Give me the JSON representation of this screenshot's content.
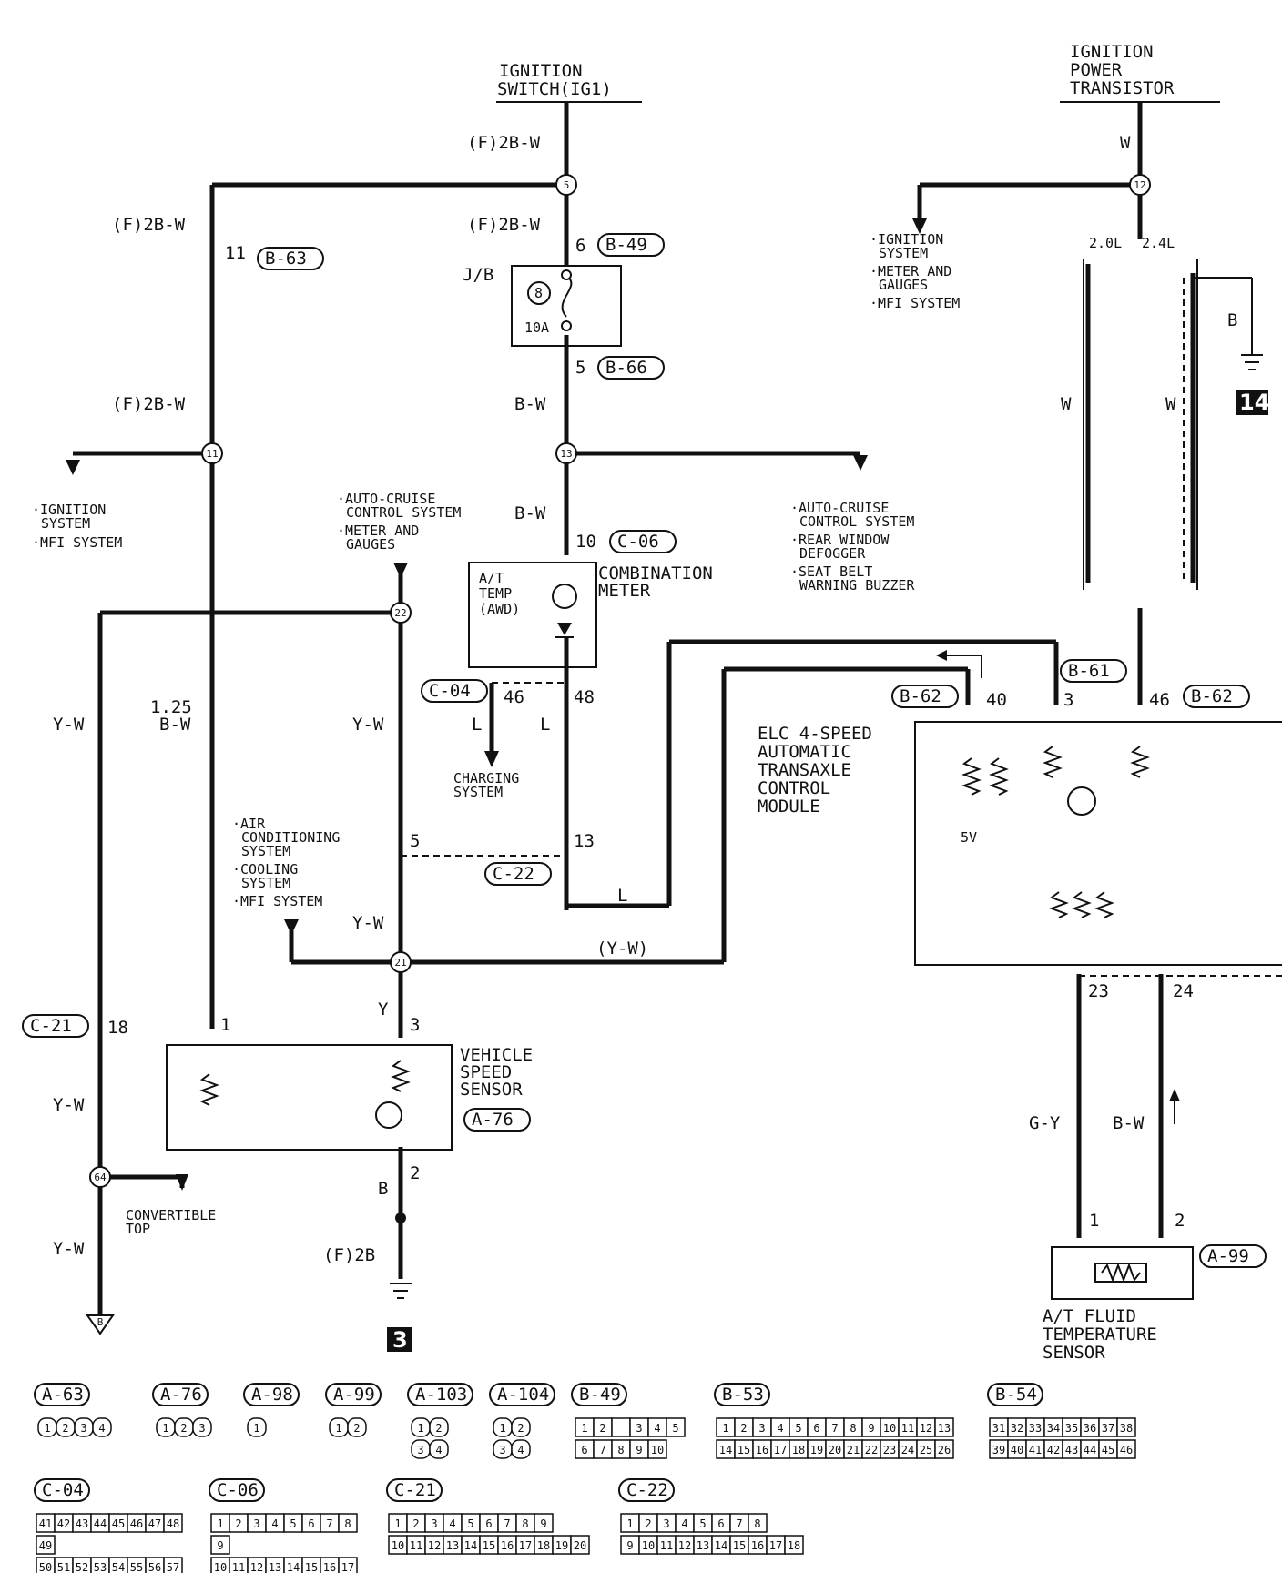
{
  "components": {
    "ignition_switch": [
      "IGNITION",
      "SWITCH(IG1)"
    ],
    "ignition_power_transistor": [
      "IGNITION",
      "POWER",
      "TRANSISTOR"
    ],
    "combination_meter": [
      "COMBINATION",
      "METER"
    ],
    "combination_meter_inner": [
      "A/T",
      "TEMP",
      "(AWD)"
    ],
    "elc_module": [
      "ELC 4-SPEED",
      "AUTOMATIC",
      "TRANSAXLE",
      "CONTROL",
      "MODULE"
    ],
    "vehicle_speed_sensor": [
      "VEHICLE",
      "SPEED",
      "SENSOR"
    ],
    "at_fluid_temp_sensor": [
      "A/T FLUID",
      "TEMPERATURE",
      "SENSOR"
    ],
    "junction_block": "J/B",
    "fuse_number": "8",
    "fuse_rating": "10A",
    "module_voltage": "5V"
  },
  "wire_colors": {
    "ig_top": "(F)2B-W",
    "ig_left": "(F)2B-W",
    "ig_down": "(F)2B-W",
    "left_mid": "(F)2B-W",
    "bw_1": "B-W",
    "bw_2": "B-W",
    "left_main": [
      "1.25",
      "B-W"
    ],
    "yw_far_left_1": "Y-W",
    "yw_far_left_2": "Y-W",
    "yw_far_left_3": "Y-W",
    "yw_center_1": "Y-W",
    "yw_center_2": "Y-W",
    "yw_bus": "(Y-W)",
    "l_46": "L",
    "l_48": "L",
    "l_bottom": "L",
    "y_sensor": "Y",
    "b_sensor": "B",
    "ground_2b": "(F)2B",
    "w_transistor": "W",
    "w_left": "W",
    "w_right": "W",
    "b_ground_right": "B",
    "gy": "G-Y",
    "bw_sensor": "B-W",
    "engine_2_0": "2.0L",
    "engine_2_4": "2.4L"
  },
  "connectors": {
    "b63": "B-63",
    "b49": "B-49",
    "b66": "B-66",
    "c06": "C-06",
    "c04": "C-04",
    "c22": "C-22",
    "c21": "C-21",
    "a76": "A-76",
    "a99": "A-99",
    "b61": "B-61",
    "b62_40": "B-62",
    "b62_46": "B-62"
  },
  "pins": {
    "p11": "11",
    "p6": "6",
    "p5": "5",
    "p10": "10",
    "p46": "46",
    "p48": "48",
    "p13": "13",
    "p5b": "5",
    "p18": "18",
    "p1": "1",
    "p3": "3",
    "p2": "2",
    "p40": "40",
    "p3b": "3",
    "p46b": "46",
    "p23": "23",
    "p24": "24",
    "s1": "1",
    "s2": "2"
  },
  "junctions": {
    "j5": "5",
    "j12": "12",
    "j11": "11",
    "j13": "13",
    "j22": "22",
    "j21": "21",
    "j64": "64",
    "jB": "B"
  },
  "grounds": {
    "g3": "3",
    "g14": "14"
  },
  "branches": {
    "left": [
      "·IGNITION",
      "SYSTEM",
      "·MFI SYSTEM"
    ],
    "top_right": [
      "·IGNITION",
      "SYSTEM",
      "·METER AND",
      "GAUGES",
      "·MFI SYSTEM"
    ],
    "center": [
      "·AUTO-CRUISE",
      "CONTROL SYSTEM",
      "·METER AND",
      "GAUGES"
    ],
    "right": [
      "·AUTO-CRUISE",
      "CONTROL SYSTEM",
      "·REAR WINDOW",
      "DEFOGGER",
      "·SEAT BELT",
      "WARNING BUZZER"
    ],
    "charging": [
      "CHARGING",
      "SYSTEM"
    ],
    "ac": [
      "·AIR",
      "CONDITIONING",
      "SYSTEM",
      "·COOLING",
      "SYSTEM",
      "·MFI SYSTEM"
    ],
    "convertible": [
      "CONVERTIBLE",
      "TOP"
    ]
  },
  "connector_legend": [
    {
      "id": "A-63",
      "pins": [
        "1",
        "2",
        "3",
        "4"
      ]
    },
    {
      "id": "A-76",
      "pins": [
        "1",
        "2",
        "3"
      ]
    },
    {
      "id": "A-98",
      "pins": [
        "1"
      ]
    },
    {
      "id": "A-99",
      "pins": [
        "1",
        "2"
      ]
    },
    {
      "id": "A-103",
      "pins": [
        "1",
        "2",
        "3",
        "4"
      ]
    },
    {
      "id": "A-104",
      "pins": [
        "1",
        "2",
        "3",
        "4"
      ]
    },
    {
      "id": "B-49",
      "pins": [
        "1",
        "2",
        "",
        "3",
        "4",
        "5",
        "6",
        "7",
        "8",
        "9",
        "10"
      ]
    },
    {
      "id": "B-53",
      "rows": [
        [
          "1",
          "2",
          "3",
          "4",
          "5",
          "6",
          "7",
          "8",
          "9",
          "10",
          "11",
          "12",
          "13"
        ],
        [
          "14",
          "15",
          "16",
          "17",
          "18",
          "19",
          "20",
          "21",
          "22",
          "23",
          "24",
          "25",
          "26"
        ]
      ]
    },
    {
      "id": "B-54",
      "rows": [
        [
          "31",
          "32",
          "33",
          "34",
          "35",
          "36",
          "37",
          "38"
        ],
        [
          "39",
          "40",
          "41",
          "42",
          "43",
          "44",
          "45",
          "46"
        ]
      ]
    },
    {
      "id": "C-04",
      "rows": [
        [
          "41",
          "42",
          "43",
          "44",
          "45",
          "46",
          "47",
          "48"
        ],
        [
          "49"
        ],
        [
          "50",
          "51",
          "52",
          "53",
          "54",
          "55",
          "56",
          "57"
        ]
      ]
    },
    {
      "id": "C-06",
      "rows": [
        [
          "1",
          "2",
          "3",
          "4",
          "5",
          "6",
          "7",
          "8"
        ],
        [
          "9"
        ],
        [
          "10",
          "11",
          "12",
          "13",
          "14",
          "15",
          "16",
          "17"
        ]
      ]
    },
    {
      "id": "C-21",
      "rows": [
        [
          "1",
          "2",
          "3",
          "4",
          "5",
          "6",
          "7",
          "8",
          "9"
        ],
        [
          "10",
          "11",
          "12",
          "13",
          "14",
          "15",
          "16",
          "17",
          "18",
          "19",
          "20"
        ]
      ]
    },
    {
      "id": "C-22",
      "rows": [
        [
          "1",
          "2",
          "3",
          "4",
          "5",
          "6",
          "7",
          "8"
        ],
        [
          "9",
          "10",
          "11",
          "12",
          "13",
          "14",
          "15",
          "16",
          "17",
          "18"
        ]
      ]
    }
  ]
}
